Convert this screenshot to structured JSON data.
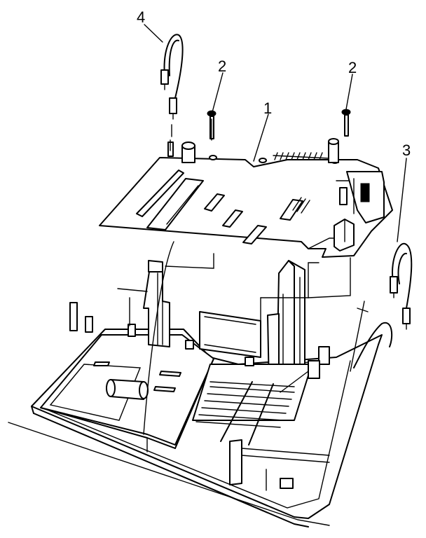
{
  "callouts": [
    {
      "id": "board",
      "label": "1"
    },
    {
      "id": "screw-left",
      "label": "2"
    },
    {
      "id": "screw-right",
      "label": "2"
    },
    {
      "id": "harness-right",
      "label": "3"
    },
    {
      "id": "harness-left",
      "label": "4"
    }
  ],
  "colors": {
    "ink": "#000000",
    "paper": "#ffffff"
  }
}
